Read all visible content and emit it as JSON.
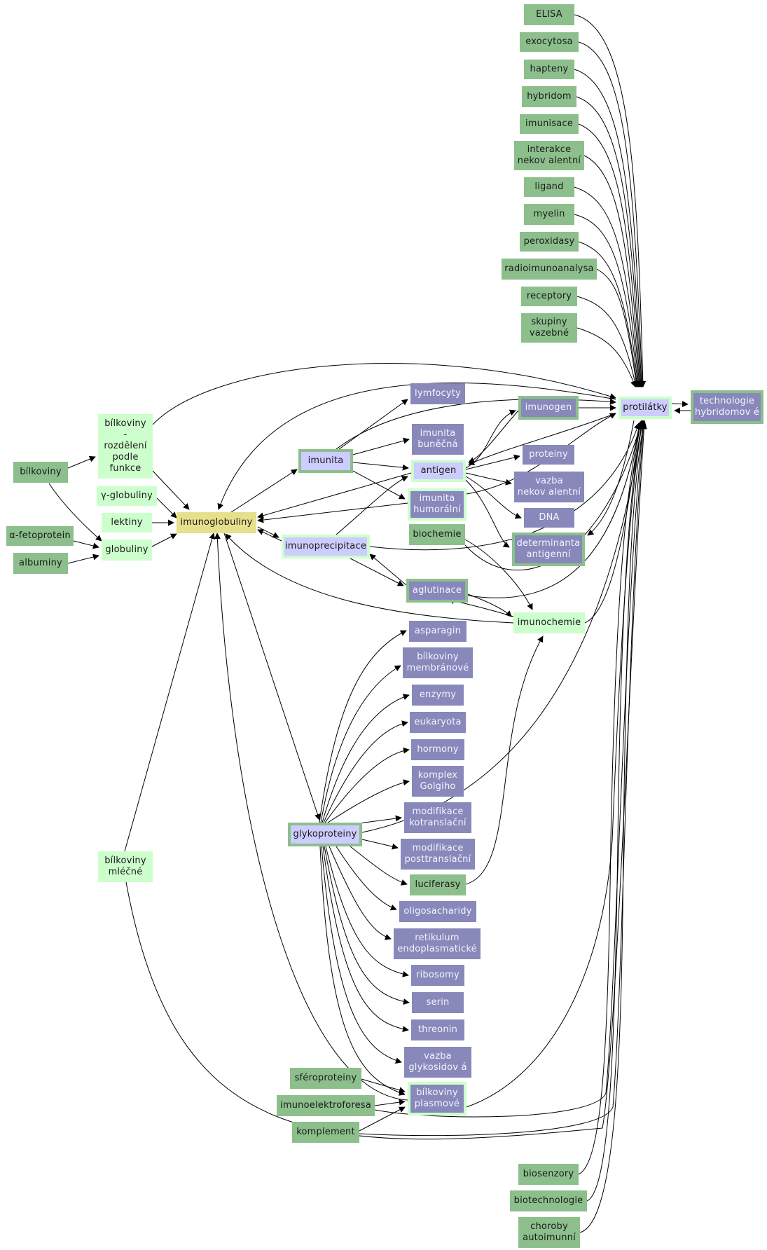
{
  "colors": {
    "green": "#8cbf8c",
    "light_green": "#ccffcc",
    "purple": "#8888bb",
    "lavender": "#ccccff",
    "yellow": "#e6e08c",
    "edge": "#000000"
  },
  "nodes": {
    "elisa": "ELISA",
    "exocytosa": "exocytosa",
    "hapteny": "hapteny",
    "hybridom": "hybridom",
    "imunisace": "imunisace",
    "interakce": "interakce\nnekov alentní",
    "ligand": "ligand",
    "myelin": "myelin",
    "peroxidasy": "peroxidasy",
    "radioimunoanalysa": "radioimunoanalysa",
    "receptory": "receptory",
    "skupiny": "skupiny\nvazebné",
    "protilatky": "protilátky",
    "technologie": "technologie\nhybridomov é",
    "lymfocyty": "lymfocyty",
    "imunogen": "imunogen",
    "bilkoviny_rozdeleni": "bílkoviny\n-\nrozdělení\npodle\nfunkce",
    "imunita_bunecna": "imunita\nbuněčná",
    "imunita": "imunita",
    "proteiny": "proteiny",
    "antigen": "antigen",
    "bilkoviny": "bílkoviny",
    "vazba_nekov": "vazba\nnekov alentní",
    "gamma_globuliny": "γ-globuliny",
    "imunita_humoralni": "imunita\nhumorální",
    "dna": "DNA",
    "lektiny": "lektiny",
    "imunoglobuliny": "imunoglobuliny",
    "biochemie": "biochemie",
    "alfa_fetoprotein": "α-fetoprotein",
    "determinanta": "determinanta\nantigenní",
    "globuliny": "globuliny",
    "imunoprecipitace": "imunoprecipitace",
    "albuminy": "albuminy",
    "aglutinace": "aglutinace",
    "imunochemie": "imunochemie",
    "asparagin": "asparagin",
    "bilkoviny_membranove": "bílkoviny\nmembránové",
    "enzymy": "enzymy",
    "eukaryota": "eukaryota",
    "hormony": "hormony",
    "komplex_golgiho": "komplex\nGolgiho",
    "modifikace_kotranslacni": "modifikace\nkotranslační",
    "glykoproteiny": "glykoproteiny",
    "modifikace_posttranslacni": "modifikace\nposttranslační",
    "bilkoviny_mlecne": "bílkoviny\nmléčné",
    "luciferasy": "luciferasy",
    "oligosacharidy": "oligosacharidy",
    "retikulum": "retikulum\nendoplasmatické",
    "ribosomy": "ribosomy",
    "serin": "serin",
    "threonin": "threonin",
    "vazba_glykosidova": "vazba\nglykosidov á",
    "sferoproteiny": "sféroproteiny",
    "bilkoviny_plasmove": "bílkoviny\nplasmové",
    "imunoelektroforesa": "imunoelektroforesa",
    "komplement": "komplement",
    "biosenzory": "biosenzory",
    "biotechnologie": "biotechnologie",
    "choroby": "choroby\nautoimunní"
  }
}
